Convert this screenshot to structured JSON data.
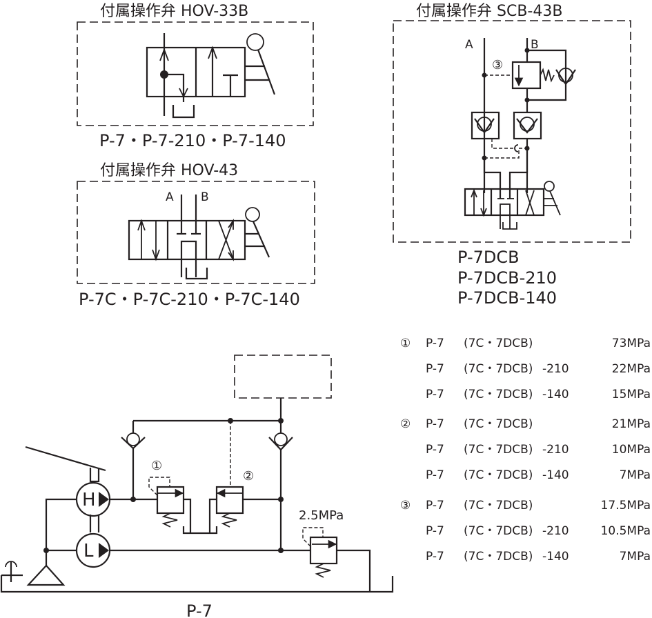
{
  "valves": {
    "hov33b": {
      "title": "付属操作弁 HOV-33B",
      "models": "P-7・P-7-210・P-7-140"
    },
    "hov43": {
      "title": "付属操作弁 HOV-43",
      "port_a": "A",
      "port_b": "B",
      "models": "P-7C・P-7C-210・P-7C-140"
    },
    "scb43b": {
      "title": "付属操作弁 SCB-43B",
      "port_a": "A",
      "port_b": "B",
      "marker": "③",
      "models": [
        "P-7DCB",
        "P-7DCB-210",
        "P-7DCB-140"
      ]
    }
  },
  "circuit": {
    "pump_high": "H",
    "pump_low": "L",
    "relief_1_marker": "①",
    "relief_2_marker": "②",
    "unload_pressure": "2.5MPa",
    "model_label": "P-7"
  },
  "pressure_table": {
    "groups": [
      {
        "marker": "①",
        "rows": [
          {
            "model": "P-7",
            "variant": "(7C・7DCB)",
            "suffix": "",
            "pressure": "73MPa"
          },
          {
            "model": "P-7",
            "variant": "(7C・7DCB)",
            "suffix": "-210",
            "pressure": "22MPa"
          },
          {
            "model": "P-7",
            "variant": "(7C・7DCB)",
            "suffix": "-140",
            "pressure": "15MPa"
          }
        ]
      },
      {
        "marker": "②",
        "rows": [
          {
            "model": "P-7",
            "variant": "(7C・7DCB)",
            "suffix": "",
            "pressure": "21MPa"
          },
          {
            "model": "P-7",
            "variant": "(7C・7DCB)",
            "suffix": "-210",
            "pressure": "10MPa"
          },
          {
            "model": "P-7",
            "variant": "(7C・7DCB)",
            "suffix": "-140",
            "pressure": "7MPa"
          }
        ]
      },
      {
        "marker": "③",
        "rows": [
          {
            "model": "P-7",
            "variant": "(7C・7DCB)",
            "suffix": "",
            "pressure": "17.5MPa"
          },
          {
            "model": "P-7",
            "variant": "(7C・7DCB)",
            "suffix": "-210",
            "pressure": "10.5MPa"
          },
          {
            "model": "P-7",
            "variant": "(7C・7DCB)",
            "suffix": "-140",
            "pressure": "7MPa"
          }
        ]
      }
    ]
  }
}
